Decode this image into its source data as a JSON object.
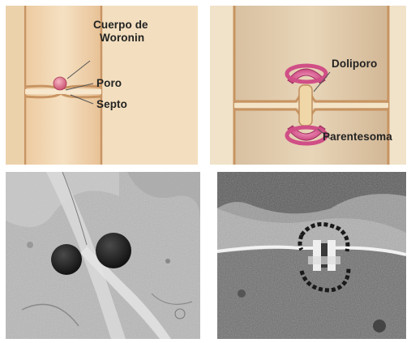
{
  "labels": {
    "woronin_line1": "Cuerpo de",
    "woronin_line2": "Woronin",
    "poro": "Poro",
    "septo": "Septo",
    "doliporo": "Doliporo",
    "parentesoma": "Parentesoma"
  },
  "colors": {
    "background": "#ffffff",
    "cell_wall": "#c89462",
    "cytoplasm": "#f2dab5",
    "woronin_body": "#e0708a",
    "parentesoma": "#d04f86",
    "micrograph_gray": "#b8b8b8"
  }
}
